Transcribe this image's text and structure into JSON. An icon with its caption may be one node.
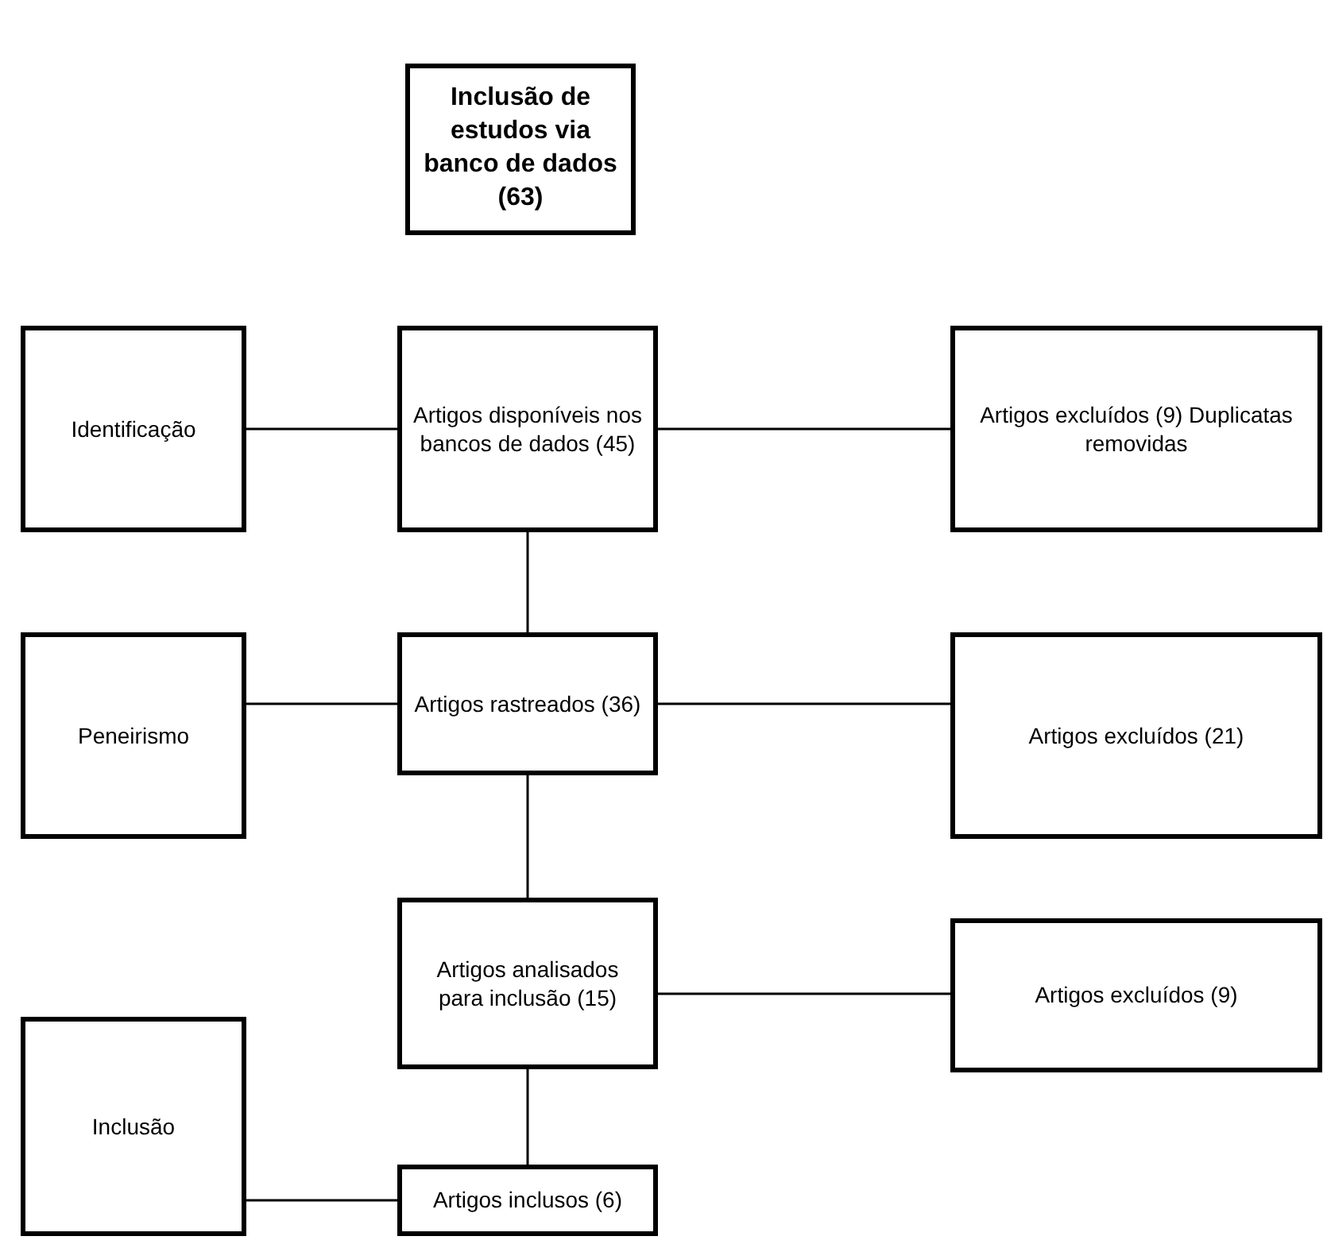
{
  "diagram": {
    "nodes": [
      {
        "text": [
          "Inclusão de estudos via banco de dados (63)"
        ]
      },
      {
        "text": [
          "Identificação"
        ]
      },
      {
        "text": [
          "Artigos disponíveis nos bancos de dados (45)"
        ]
      },
      {
        "text": [
          "Artigos excluídos (9) Duplicatas removidas"
        ]
      },
      {
        "text": [
          "Peneirismo"
        ]
      },
      {
        "text": [
          "Artigos rastreados (36)"
        ]
      },
      {
        "text": [
          "Artigos excluídos (21)"
        ]
      },
      {
        "text": [
          "Artigos analisados para inclusão (15)"
        ]
      },
      {
        "text": [
          "Artigos excluídos (9)"
        ]
      },
      {
        "text": [
          "Inclusão"
        ]
      },
      {
        "text": [
          "Artigos inclusos (6)"
        ]
      }
    ],
    "edges": [
      {
        "from": 1,
        "to": 2,
        "arrow": "none"
      },
      {
        "from": 2,
        "to": 3,
        "arrow": "none"
      },
      {
        "from": 2,
        "to": 5,
        "arrow": "none"
      },
      {
        "from": 4,
        "to": 5,
        "arrow": "none"
      },
      {
        "from": 5,
        "to": 6,
        "arrow": "none"
      },
      {
        "from": 5,
        "to": 7,
        "arrow": "none"
      },
      {
        "from": 7,
        "to": 8,
        "arrow": "none"
      },
      {
        "from": 7,
        "to": 10,
        "arrow": "none"
      },
      {
        "from": 9,
        "to": 10,
        "arrow": "none"
      }
    ]
  }
}
